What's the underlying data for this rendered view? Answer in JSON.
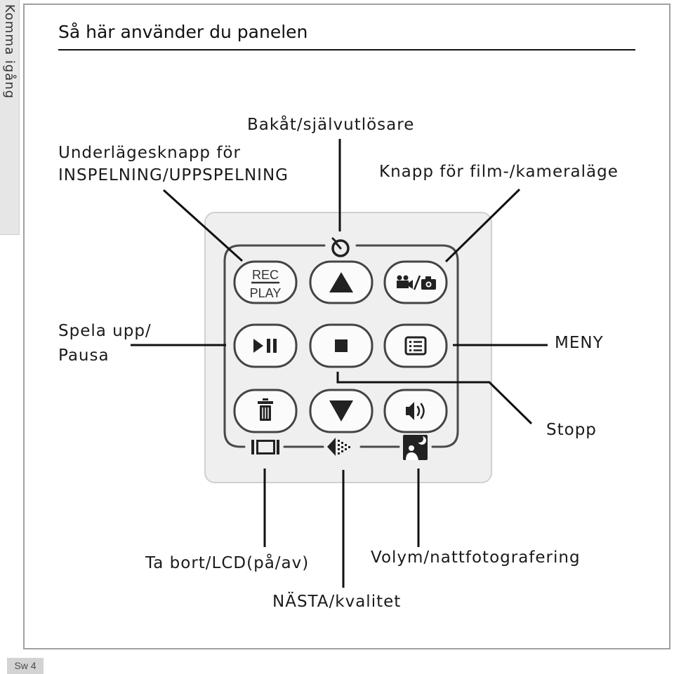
{
  "side_tab": {
    "label": "Komma igång"
  },
  "title": "Så här använder du panelen",
  "labels": {
    "self_timer": "Bakåt/självutlösare",
    "rec_play_line1": "Underlägesknapp för",
    "rec_play_line2": "INSPELNING/UPPSPELNING",
    "mode": "Knapp för film-/kameraläge",
    "play_pause_line1": "Spela upp/",
    "play_pause_line2": "Pausa",
    "menu": "MENY",
    "stop": "Stopp",
    "delete_lcd": "Ta bort/LCD(på/av)",
    "volume_night": "Volym/nattfotografering",
    "next_quality": "NÄSTA/kvalitet"
  },
  "panel": {
    "rec_play_button": {
      "top": "REC",
      "bottom": "PLAY"
    },
    "icons": {
      "top": "self-timer-icon",
      "row1": [
        "rec-play-icon",
        "up-arrow-icon",
        "movie-camera-mode-icon"
      ],
      "row2": [
        "play-pause-icon",
        "stop-icon",
        "menu-icon"
      ],
      "row3": [
        "trash-icon",
        "down-arrow-icon",
        "speaker-icon"
      ],
      "bottom": [
        "lcd-icon",
        "next-quality-icon",
        "night-mode-icon"
      ]
    }
  },
  "page_number": "Sw 4",
  "colors": {
    "ink": "#1a1a1a",
    "panel": "#efefef",
    "panel_border": "#d0d0d0",
    "button_stroke": "#444444",
    "frame": "#a0a0a0",
    "tab": "#e6e6e6"
  }
}
